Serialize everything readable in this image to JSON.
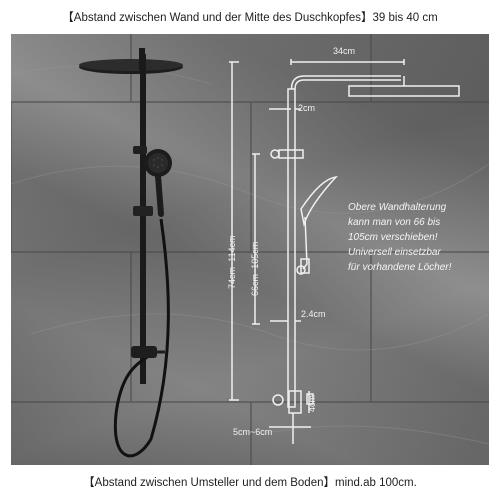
{
  "captions": {
    "top": "【Abstand zwischen Wand und der Mitte des Duschkopfes】39 bis 40 cm",
    "bottom": "【Abstand zwischen Umsteller und dem Boden】mind.ab 100cm."
  },
  "dimensions": {
    "arm_width": "34cm",
    "pipe_offset": "2cm",
    "total_height": "74cm~114cm",
    "bracket_range": "66cm~105cm",
    "pipe_diameter": "2.4cm",
    "valve_height": "4cm",
    "valve_depth": "5cm~6cm"
  },
  "note": {
    "lines": [
      "Obere Wandhalterung",
      "kann man von 66 bis",
      "105cm verschieben!",
      "Universell einsetzbar",
      "für vorhandene Löcher!"
    ]
  },
  "colors": {
    "background": "#ffffff",
    "wall": "#6e6e6e",
    "fixture": "#1a1a1a",
    "diagram_lines": "#f0f0f0"
  }
}
